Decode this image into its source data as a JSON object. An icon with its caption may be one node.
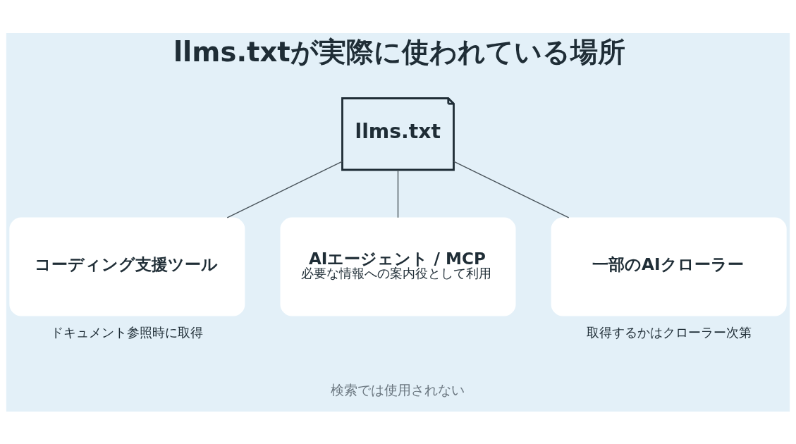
{
  "diagram": {
    "title": "llms.txtが実際に使われている場所",
    "caption": "検索では使用されない",
    "nodes": [
      {
        "text": [
          "llms.txt"
        ]
      },
      {
        "text": [
          "コーディング支援ツール"
        ],
        "beside": [
          "ドキュメント参照時に取得"
        ]
      },
      {
        "text": [
          "AIエージェント / MCP",
          "必要な情報への案内役として利用"
        ]
      },
      {
        "text": [
          "一部のAIクローラー"
        ],
        "beside": [
          "取得するかはクローラー次第"
        ]
      }
    ],
    "edges": [
      {
        "from": 0,
        "to": 1,
        "arrow": "none"
      },
      {
        "from": 0,
        "to": 2,
        "arrow": "none"
      },
      {
        "from": 0,
        "to": 3,
        "arrow": "none"
      }
    ]
  }
}
